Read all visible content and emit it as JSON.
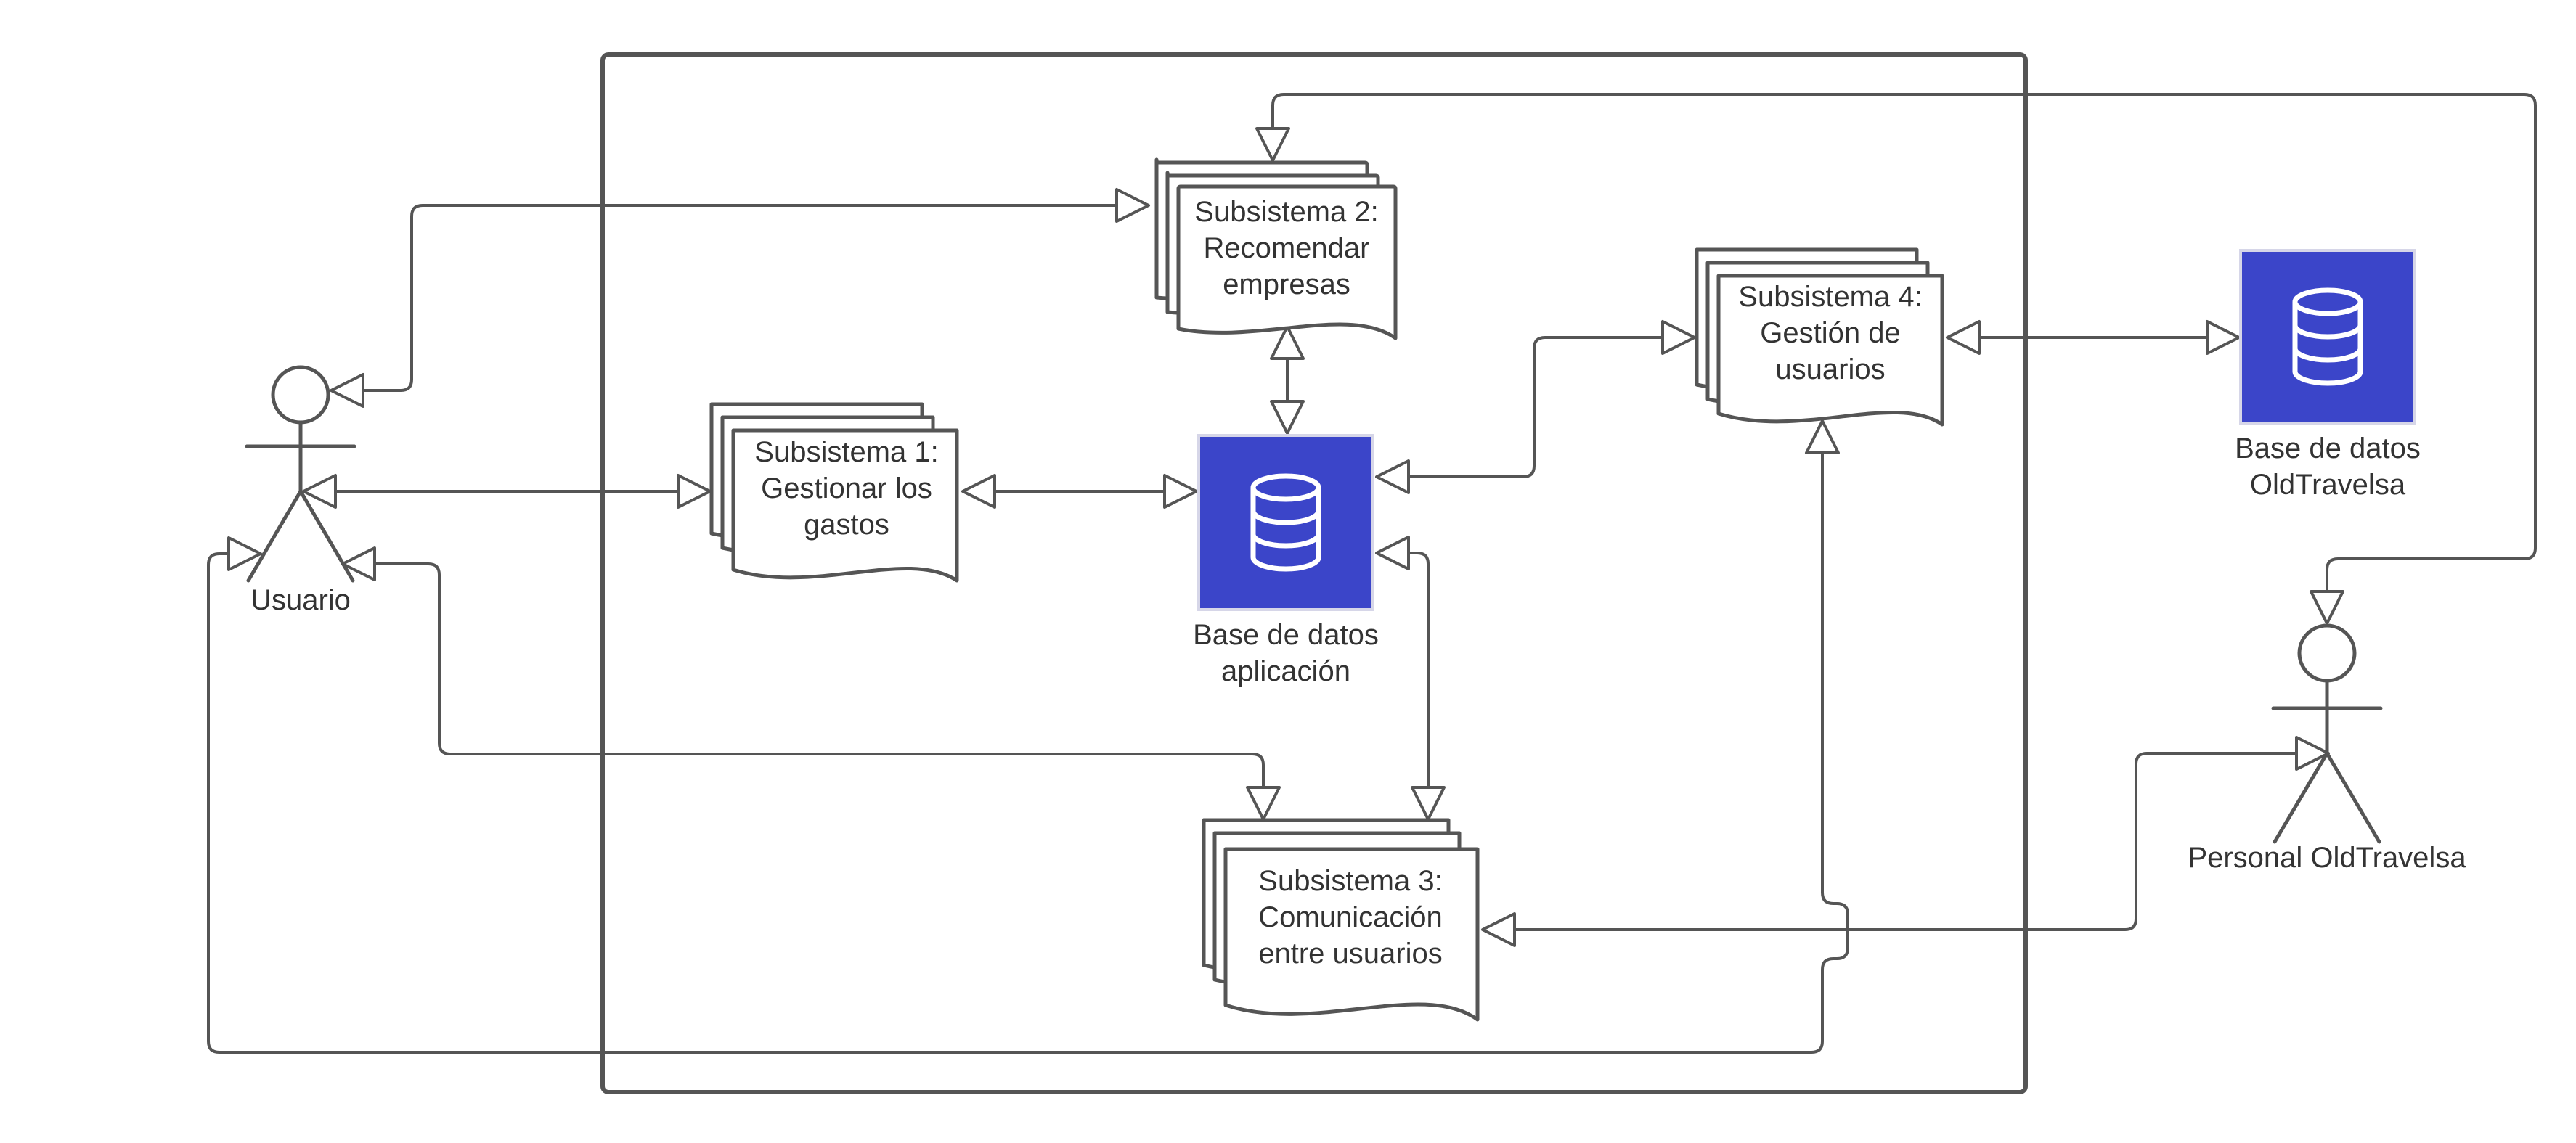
{
  "actors": {
    "usuario": "Usuario",
    "personal": "Personal OldTravelsa"
  },
  "subsystems": {
    "s1": [
      "Subsistema 1:",
      "Gestionar los",
      "gastos"
    ],
    "s2": [
      "Subsistema 2:",
      "Recomendar",
      "empresas"
    ],
    "s3": [
      "Subsistema 3:",
      "Comunicación",
      "entre usuarios"
    ],
    "s4": [
      "Subsistema 4:",
      "Gestión de",
      "usuarios"
    ]
  },
  "databases": {
    "app": [
      "Base de datos",
      "aplicación"
    ],
    "external": [
      "Base de datos",
      "OldTravelsa"
    ]
  },
  "colors": {
    "database_fill": "#3b45c9",
    "line": "#555555",
    "text": "#333333"
  },
  "icons": {
    "database": "database-cylinder-icon",
    "actor": "stick-figure-actor-icon"
  }
}
